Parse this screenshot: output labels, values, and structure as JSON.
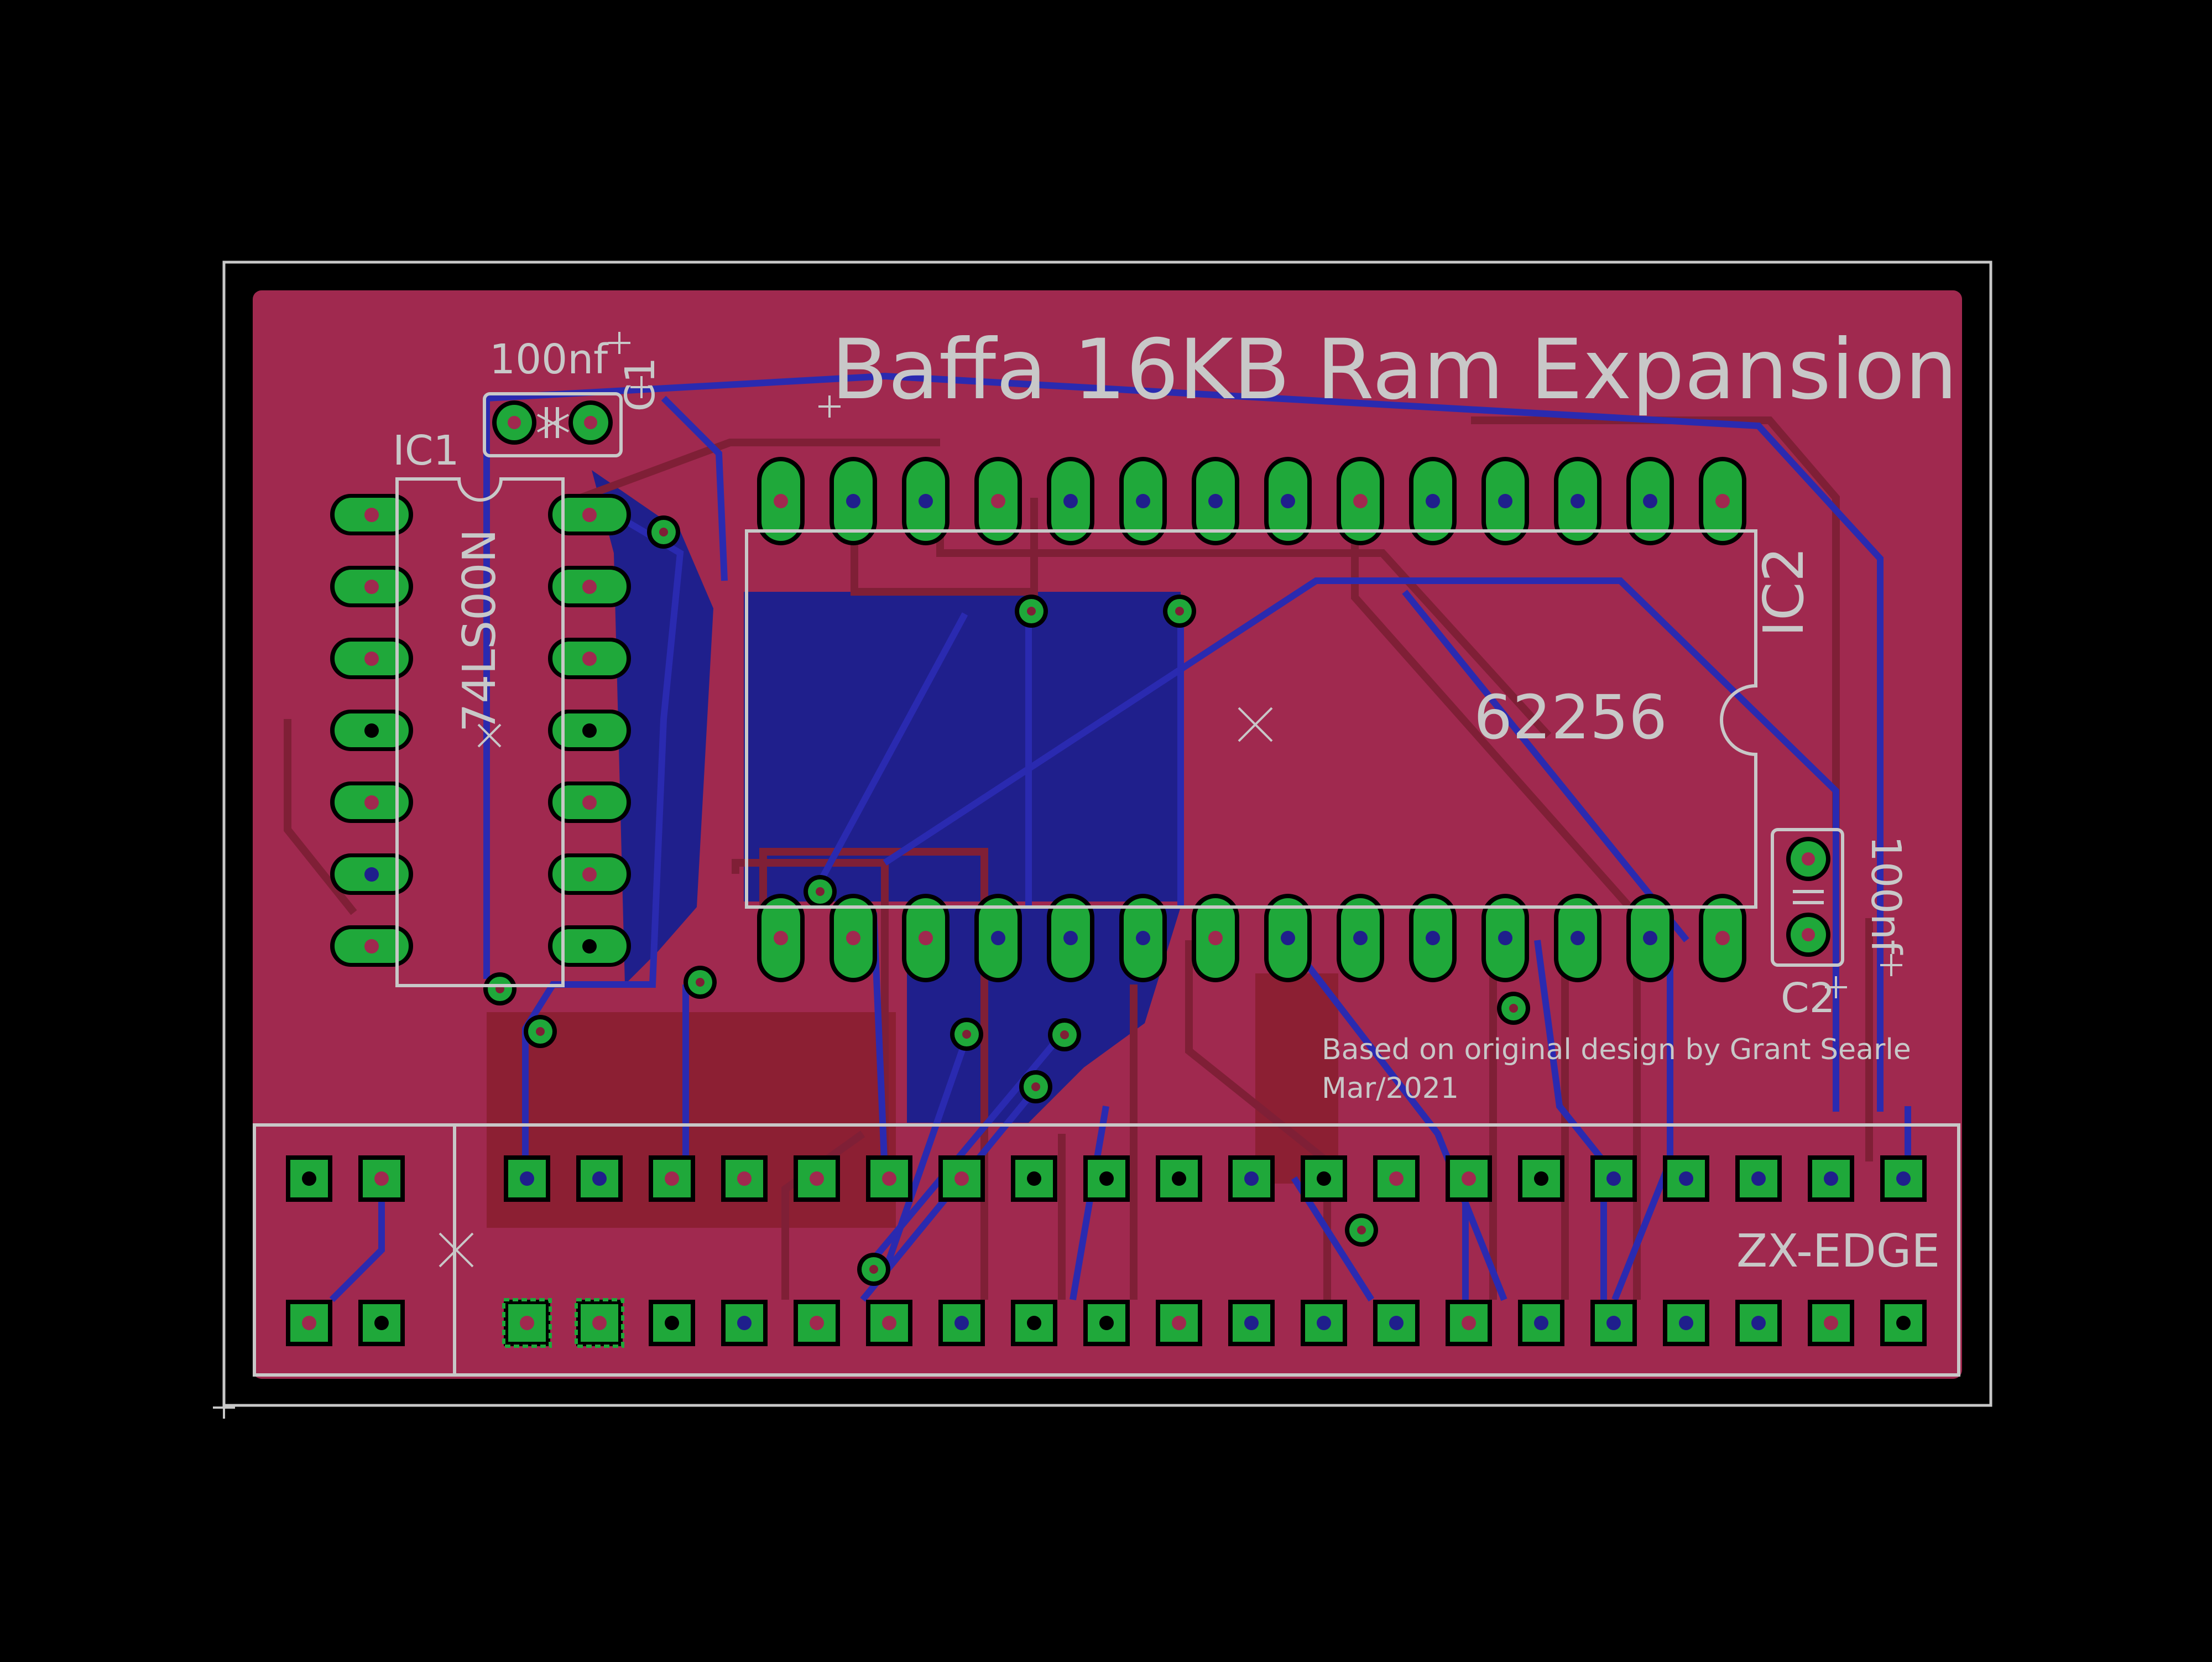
{
  "board": {
    "title": "Baffa 16KB Ram Expansion",
    "credit_line1": "Based on original design by Grant Searle",
    "credit_line2": "Mar/2021"
  },
  "components": {
    "ic1_ref": "IC1",
    "ic1_value": "74LS00N",
    "ic2_ref": "IC2",
    "ic2_value": "62256",
    "c1_ref": "C1",
    "c1_value": "100nf",
    "c2_ref": "C2",
    "c2_value": "100nf",
    "edge_label": "ZX-EDGE"
  },
  "colors": {
    "background": "#000000",
    "outline": "#c8c8c8",
    "top_copper": "#a0294f",
    "top_trace": "#7f1f36",
    "bottom_copper": "#1f1f8c",
    "bottom_trace": "#2a2ab0",
    "pad": "#1fa83a",
    "silkscreen": "#c8c8c8"
  }
}
